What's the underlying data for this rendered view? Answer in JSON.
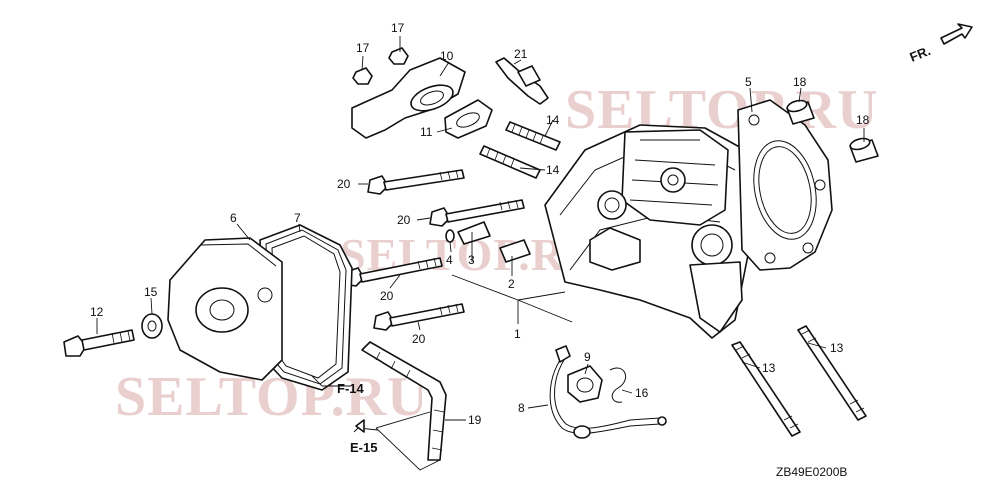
{
  "diagram_code": "ZB49E0200B",
  "direction_label": "FR.",
  "watermarks": [
    "SELTOP.RU",
    "SELTOP.RU",
    "SELTOP.RU"
  ],
  "references": {
    "f14": "F-14",
    "e15": "E-15"
  },
  "callouts": {
    "c1": "1",
    "c2": "2",
    "c3": "3",
    "c4": "4",
    "c5": "5",
    "c6": "6",
    "c7": "7",
    "c8": "8",
    "c9": "9",
    "c10": "10",
    "c11": "11",
    "c12": "12",
    "c13a": "13",
    "c13b": "13",
    "c14a": "14",
    "c14b": "14",
    "c15": "15",
    "c16": "16",
    "c17a": "17",
    "c17b": "17",
    "c18a": "18",
    "c18b": "18",
    "c19": "19",
    "c20a": "20",
    "c20b": "20",
    "c20c": "20",
    "c20d": "20",
    "c21": "21"
  }
}
